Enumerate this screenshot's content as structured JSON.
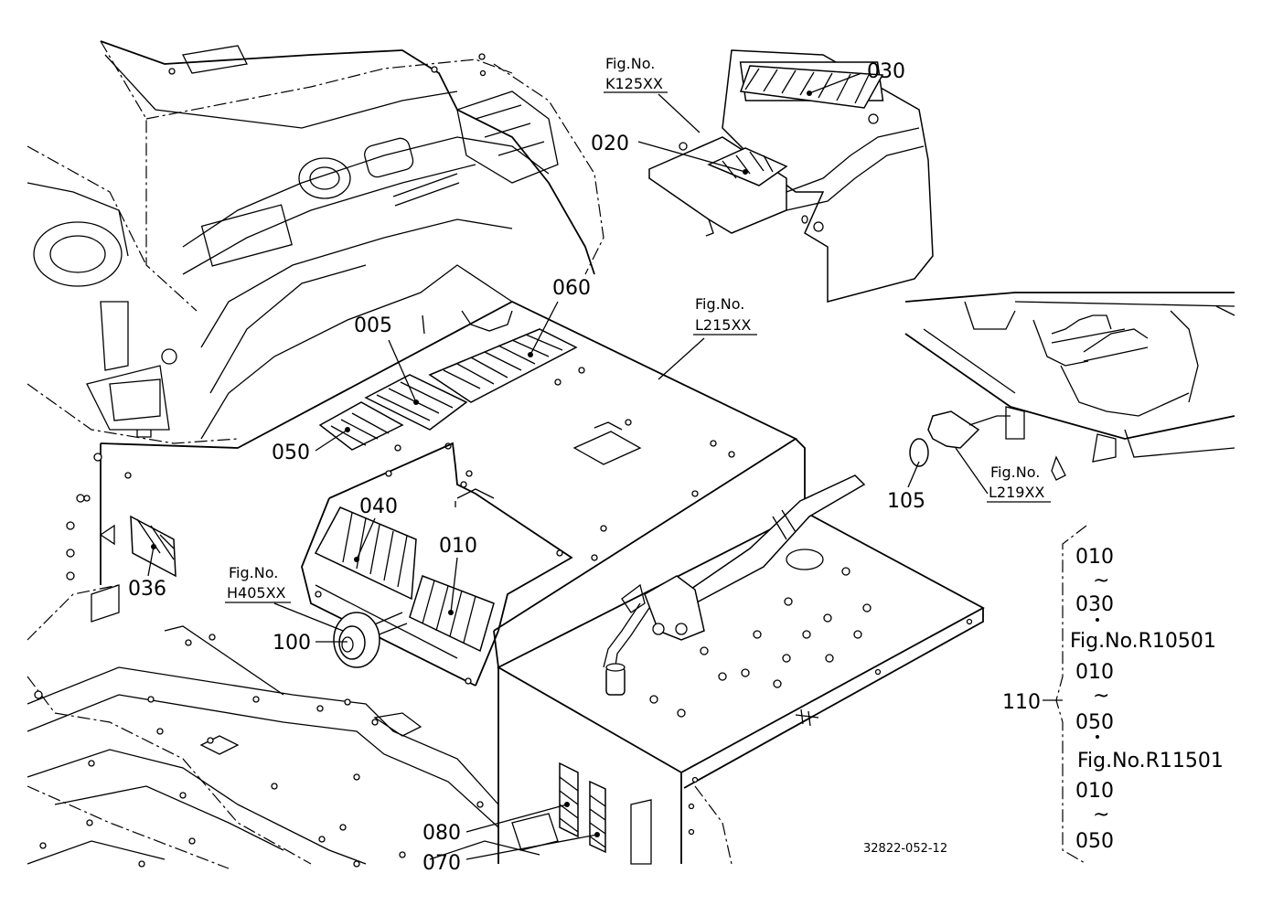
{
  "labels": {
    "p005": "005",
    "p010": "010",
    "p020": "020",
    "p030": "030",
    "p036": "036",
    "p040": "040",
    "p050": "050",
    "p060": "060",
    "p070": "070",
    "p080": "080",
    "p100": "100",
    "p105": "105",
    "p110": "110"
  },
  "figure_refs": {
    "k125_prefix": "Fig.No.",
    "k125_code": "K125XX",
    "l215_prefix": "Fig.No.",
    "l215_code": "L215XX",
    "l219_prefix": "Fig.No.",
    "l219_code": "L219XX",
    "h405_prefix": "Fig.No.",
    "h405_code": "H405XX"
  },
  "kit_list": {
    "lines": [
      "010",
      "~",
      "030",
      "Fig.No.R10501",
      "010",
      "~",
      "050",
      "Fig.No.R11501",
      "010",
      "~",
      "050"
    ]
  },
  "drawing_code": "32822-052-12"
}
